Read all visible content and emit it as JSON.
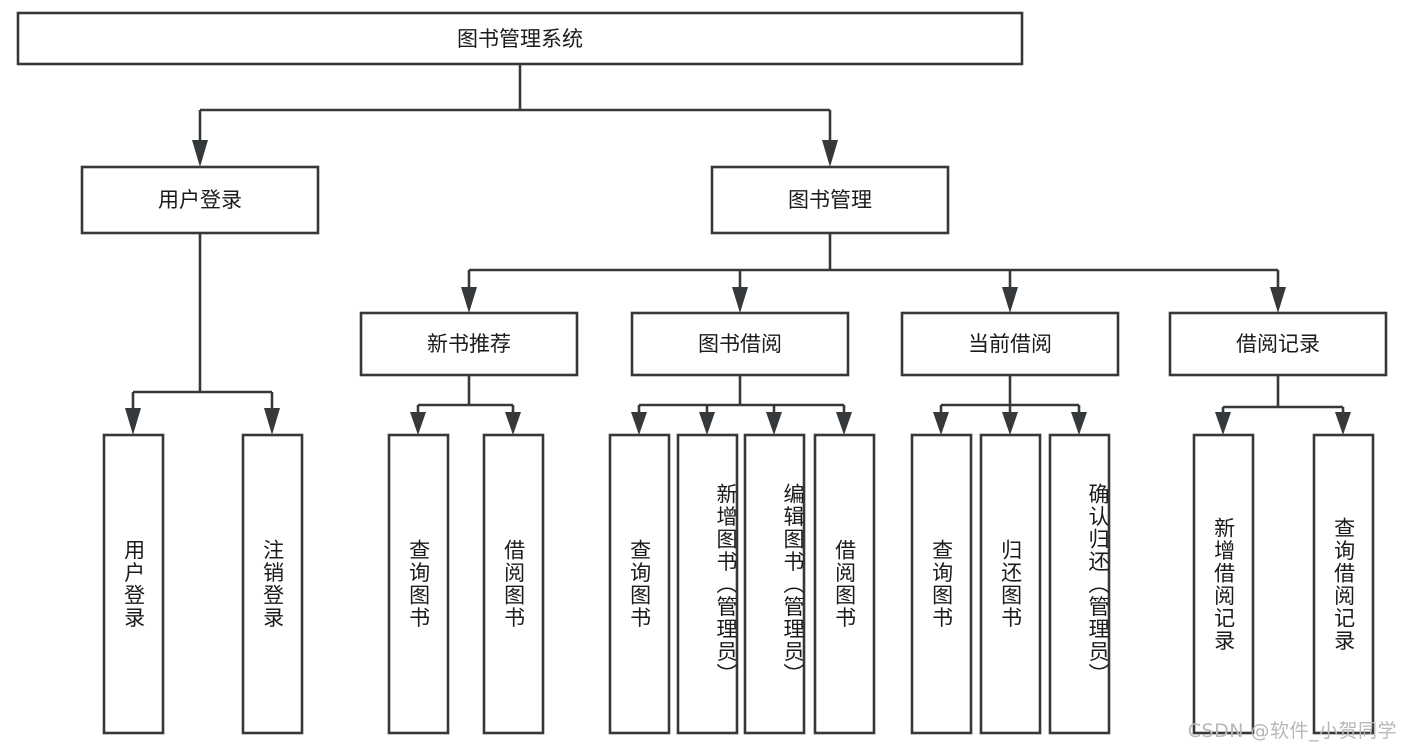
{
  "diagram": {
    "type": "tree-flowchart",
    "orientation": "top-down",
    "title_node": "图书管理系统",
    "colors": {
      "box_stroke": "#36393b",
      "box_fill": "#ffffff",
      "text": "#1b1b1b",
      "canvas": "#ffffff",
      "watermark": "#b6b8ba"
    },
    "levels": {
      "level1": [
        "图书管理系统"
      ],
      "level2": [
        "用户登录",
        "图书管理"
      ],
      "level3": [
        "新书推荐",
        "图书借阅",
        "当前借阅",
        "借阅记录"
      ],
      "level4": [
        "用户登录",
        "注销登录",
        "查询图书",
        "借阅图书",
        "查询图书",
        "新增图书（管理员）",
        "编辑图书（管理员）",
        "借阅图书",
        "查询图书",
        "归还图书",
        "确认归还（管理员）",
        "新增借阅记录",
        "查询借阅记录"
      ]
    },
    "nodes": {
      "root": {
        "id": "root",
        "label": "图书管理系统"
      },
      "user_login": {
        "id": "user-login",
        "label": "用户登录"
      },
      "book_mgmt": {
        "id": "book-management",
        "label": "图书管理"
      },
      "new_book_rec": {
        "id": "new-book-recommendation",
        "label": "新书推荐"
      },
      "book_borrow": {
        "id": "book-borrow",
        "label": "图书借阅"
      },
      "current_borrow": {
        "id": "current-borrow",
        "label": "当前借阅"
      },
      "borrow_record": {
        "id": "borrow-record",
        "label": "借阅记录"
      },
      "leaf_user_login": {
        "id": "leaf-user-login",
        "label": "用户登录"
      },
      "leaf_logout": {
        "id": "leaf-logout",
        "label": "注销登录"
      },
      "leaf_query_book_1": {
        "id": "leaf-query-book-1",
        "label": "查询图书"
      },
      "leaf_borrow_book_1": {
        "id": "leaf-borrow-book-1",
        "label": "借阅图书"
      },
      "leaf_query_book_2": {
        "id": "leaf-query-book-2",
        "label": "查询图书"
      },
      "leaf_add_book": {
        "id": "leaf-add-book",
        "label": "新增图书（管理员）"
      },
      "leaf_edit_book": {
        "id": "leaf-edit-book",
        "label": "编辑图书（管理员）"
      },
      "leaf_borrow_book_2": {
        "id": "leaf-borrow-book-2",
        "label": "借阅图书"
      },
      "leaf_query_book_3": {
        "id": "leaf-query-book-3",
        "label": "查询图书"
      },
      "leaf_return_book": {
        "id": "leaf-return-book",
        "label": "归还图书"
      },
      "leaf_confirm_return": {
        "id": "leaf-confirm-return",
        "label": "确认归还（管理员）"
      },
      "leaf_add_record": {
        "id": "leaf-add-record",
        "label": "新增借阅记录"
      },
      "leaf_query_record": {
        "id": "leaf-query-record",
        "label": "查询借阅记录"
      }
    },
    "edges": [
      {
        "from": "图书管理系统",
        "to": "用户登录"
      },
      {
        "from": "图书管理系统",
        "to": "图书管理"
      },
      {
        "from": "用户登录",
        "to": "用户登录"
      },
      {
        "from": "用户登录",
        "to": "注销登录"
      },
      {
        "from": "图书管理",
        "to": "新书推荐"
      },
      {
        "from": "图书管理",
        "to": "图书借阅"
      },
      {
        "from": "图书管理",
        "to": "当前借阅"
      },
      {
        "from": "图书管理",
        "to": "借阅记录"
      },
      {
        "from": "新书推荐",
        "to": "查询图书"
      },
      {
        "from": "新书推荐",
        "to": "借阅图书"
      },
      {
        "from": "图书借阅",
        "to": "查询图书"
      },
      {
        "from": "图书借阅",
        "to": "新增图书（管理员）"
      },
      {
        "from": "图书借阅",
        "to": "编辑图书（管理员）"
      },
      {
        "from": "图书借阅",
        "to": "借阅图书"
      },
      {
        "from": "当前借阅",
        "to": "查询图书"
      },
      {
        "from": "当前借阅",
        "to": "归还图书"
      },
      {
        "from": "当前借阅",
        "to": "确认归还（管理员）"
      },
      {
        "from": "借阅记录",
        "to": "新增借阅记录"
      },
      {
        "from": "借阅记录",
        "to": "查询借阅记录"
      }
    ]
  },
  "watermark": {
    "text": "CSDN @软件_小贺同学"
  }
}
